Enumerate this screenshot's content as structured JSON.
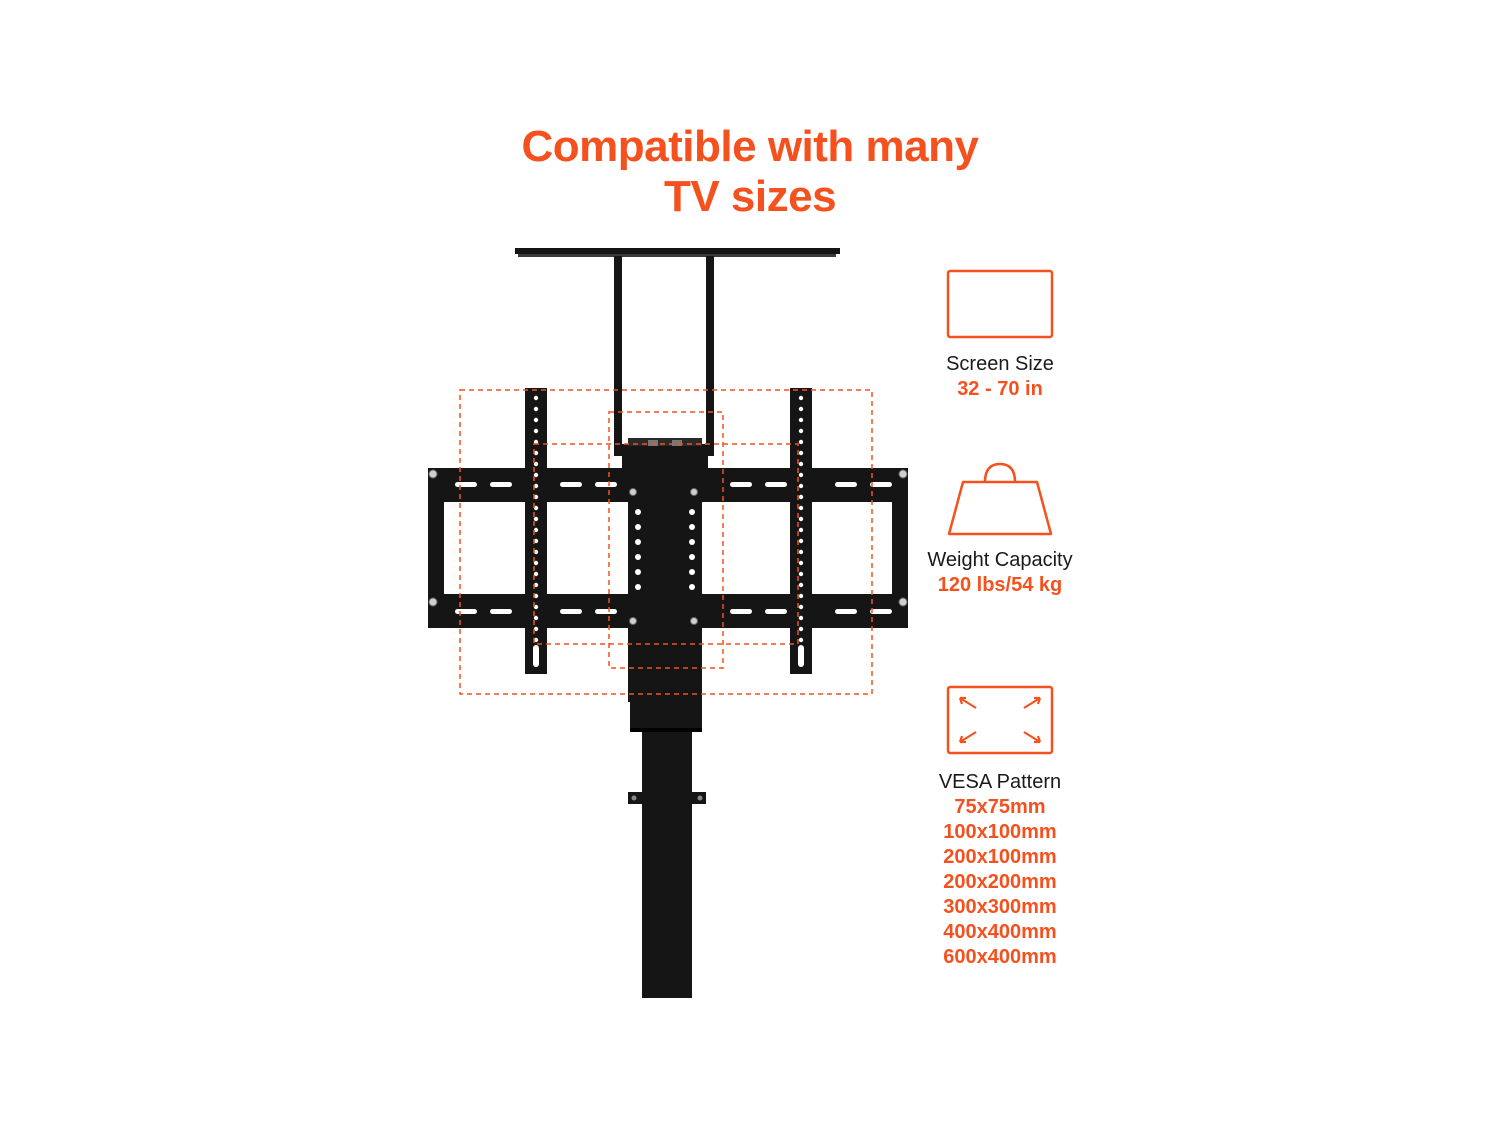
{
  "headline": {
    "line1": "Compatible with many",
    "line2": "TV sizes"
  },
  "colors": {
    "accent": "#f4511e",
    "mount_black": "#151515",
    "text_dark": "#1a1a1a",
    "background": "#ffffff"
  },
  "specs": {
    "screen_size": {
      "icon": "screen-rectangle-icon",
      "label": "Screen Size",
      "value": "32 - 70 in"
    },
    "weight_capacity": {
      "icon": "weight-bag-icon",
      "label": "Weight Capacity",
      "value": "120 lbs/54 kg"
    },
    "vesa_pattern": {
      "icon": "vesa-corners-icon",
      "label": "VESA Pattern",
      "values": [
        "75x75mm",
        "100x100mm",
        "200x100mm",
        "200x200mm",
        "300x300mm",
        "400x400mm",
        "600x400mm"
      ]
    }
  }
}
